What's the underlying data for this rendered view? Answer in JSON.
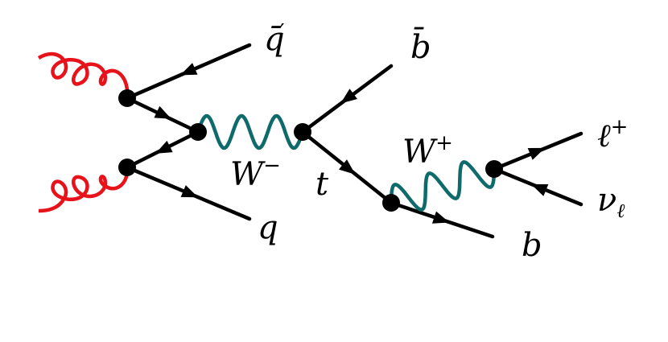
{
  "diagram": {
    "labels": {
      "qbar_prime": {
        "base": "q̄",
        "prime": "′"
      },
      "bbar": {
        "base": "b̄"
      },
      "q": {
        "base": "q"
      },
      "w_minus": {
        "base": "W",
        "sup": "−"
      },
      "top": {
        "base": "t"
      },
      "w_plus": {
        "base": "W",
        "sup": "+"
      },
      "lepton": {
        "base": "ℓ",
        "sup": "+"
      },
      "neutrino": {
        "base": "ν",
        "sub": "ℓ"
      },
      "b": {
        "base": "b"
      }
    },
    "colors": {
      "gluon": "#e8121b",
      "w_boson": "#0f6b6b",
      "fermion": "#000000"
    }
  }
}
